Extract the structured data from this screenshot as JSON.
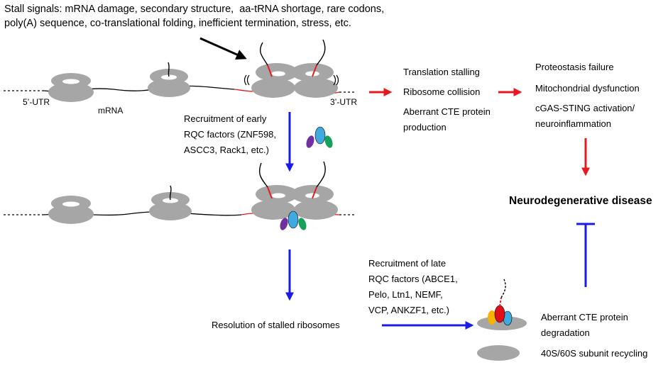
{
  "stall_signals": {
    "line1": "Stall signals: mRNA damage, secondary structure,  aa-tRNA shortage, rare codons,",
    "line2": "poly(A) sequence, co-translational folding, inefficient termination, stress, etc."
  },
  "mrna_labels": {
    "utr5": "5’-UTR",
    "mrna": "mRNA",
    "utr3": "3’-UTR"
  },
  "consequences": [
    "Translation stalling",
    "Ribosome collision",
    "Aberrant CTE protein",
    "production"
  ],
  "cellular_effects": [
    "Proteostasis failure",
    "Mitochondrial dysfunction",
    "cGAS-STING activation/",
    "neuroinflammation"
  ],
  "disease": "Neurodegenerative disease",
  "early_rqc": [
    "Recruitment of early",
    "RQC factors (ZNF598,",
    "ASCC3, Rack1, etc.)"
  ],
  "late_rqc": [
    "Recruitment of late",
    "RQC factors (ABCE1,",
    "Pelo, Ltn1, NEMF,",
    "VCP, ANKZF1, etc.)"
  ],
  "resolution": "Resolution of stalled ribosomes",
  "outcomes": {
    "degradation_line1": "Aberrant CTE protein",
    "degradation_line2": "degradation",
    "recycling": "40S/60S subunit recycling"
  },
  "colors": {
    "ribosome": "#a6a6a6",
    "red_arrow": "#e8191e",
    "blue_arrow": "#1b1be6",
    "factor_purple": "#7030a0",
    "factor_blue": "#3fa9e0",
    "factor_green": "#16a05a",
    "factor_yellow": "#f5b400",
    "factor_red": "#e0101a"
  }
}
